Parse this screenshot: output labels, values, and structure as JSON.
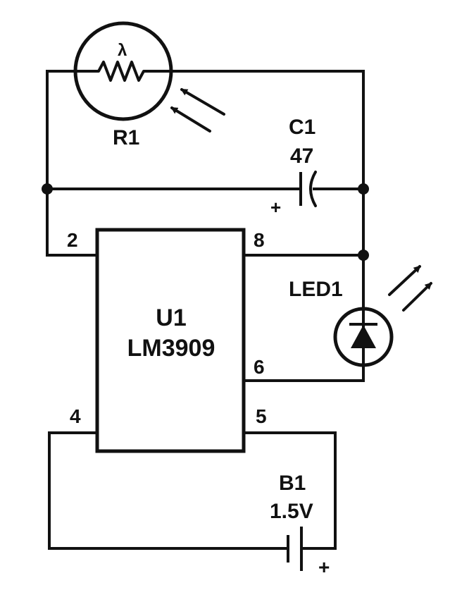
{
  "components": {
    "r1": {
      "label": "R1",
      "symbol": "λ",
      "type": "photoresistor"
    },
    "c1": {
      "label": "C1",
      "value": "47",
      "polarity": "+"
    },
    "led1": {
      "label": "LED1"
    },
    "u1": {
      "label": "U1",
      "part": "LM3909"
    },
    "b1": {
      "label": "B1",
      "value": "1.5V",
      "polarity": "+"
    }
  },
  "pins": {
    "p2": "2",
    "p8": "8",
    "p6": "6",
    "p4": "4",
    "p5": "5"
  },
  "colors": {
    "ink": "#111111",
    "paper": "#ffffff"
  },
  "icons": {
    "light_in": "incoming-light-arrows-icon",
    "light_out": "outgoing-light-arrows-icon",
    "junction": "junction-dot-icon"
  }
}
